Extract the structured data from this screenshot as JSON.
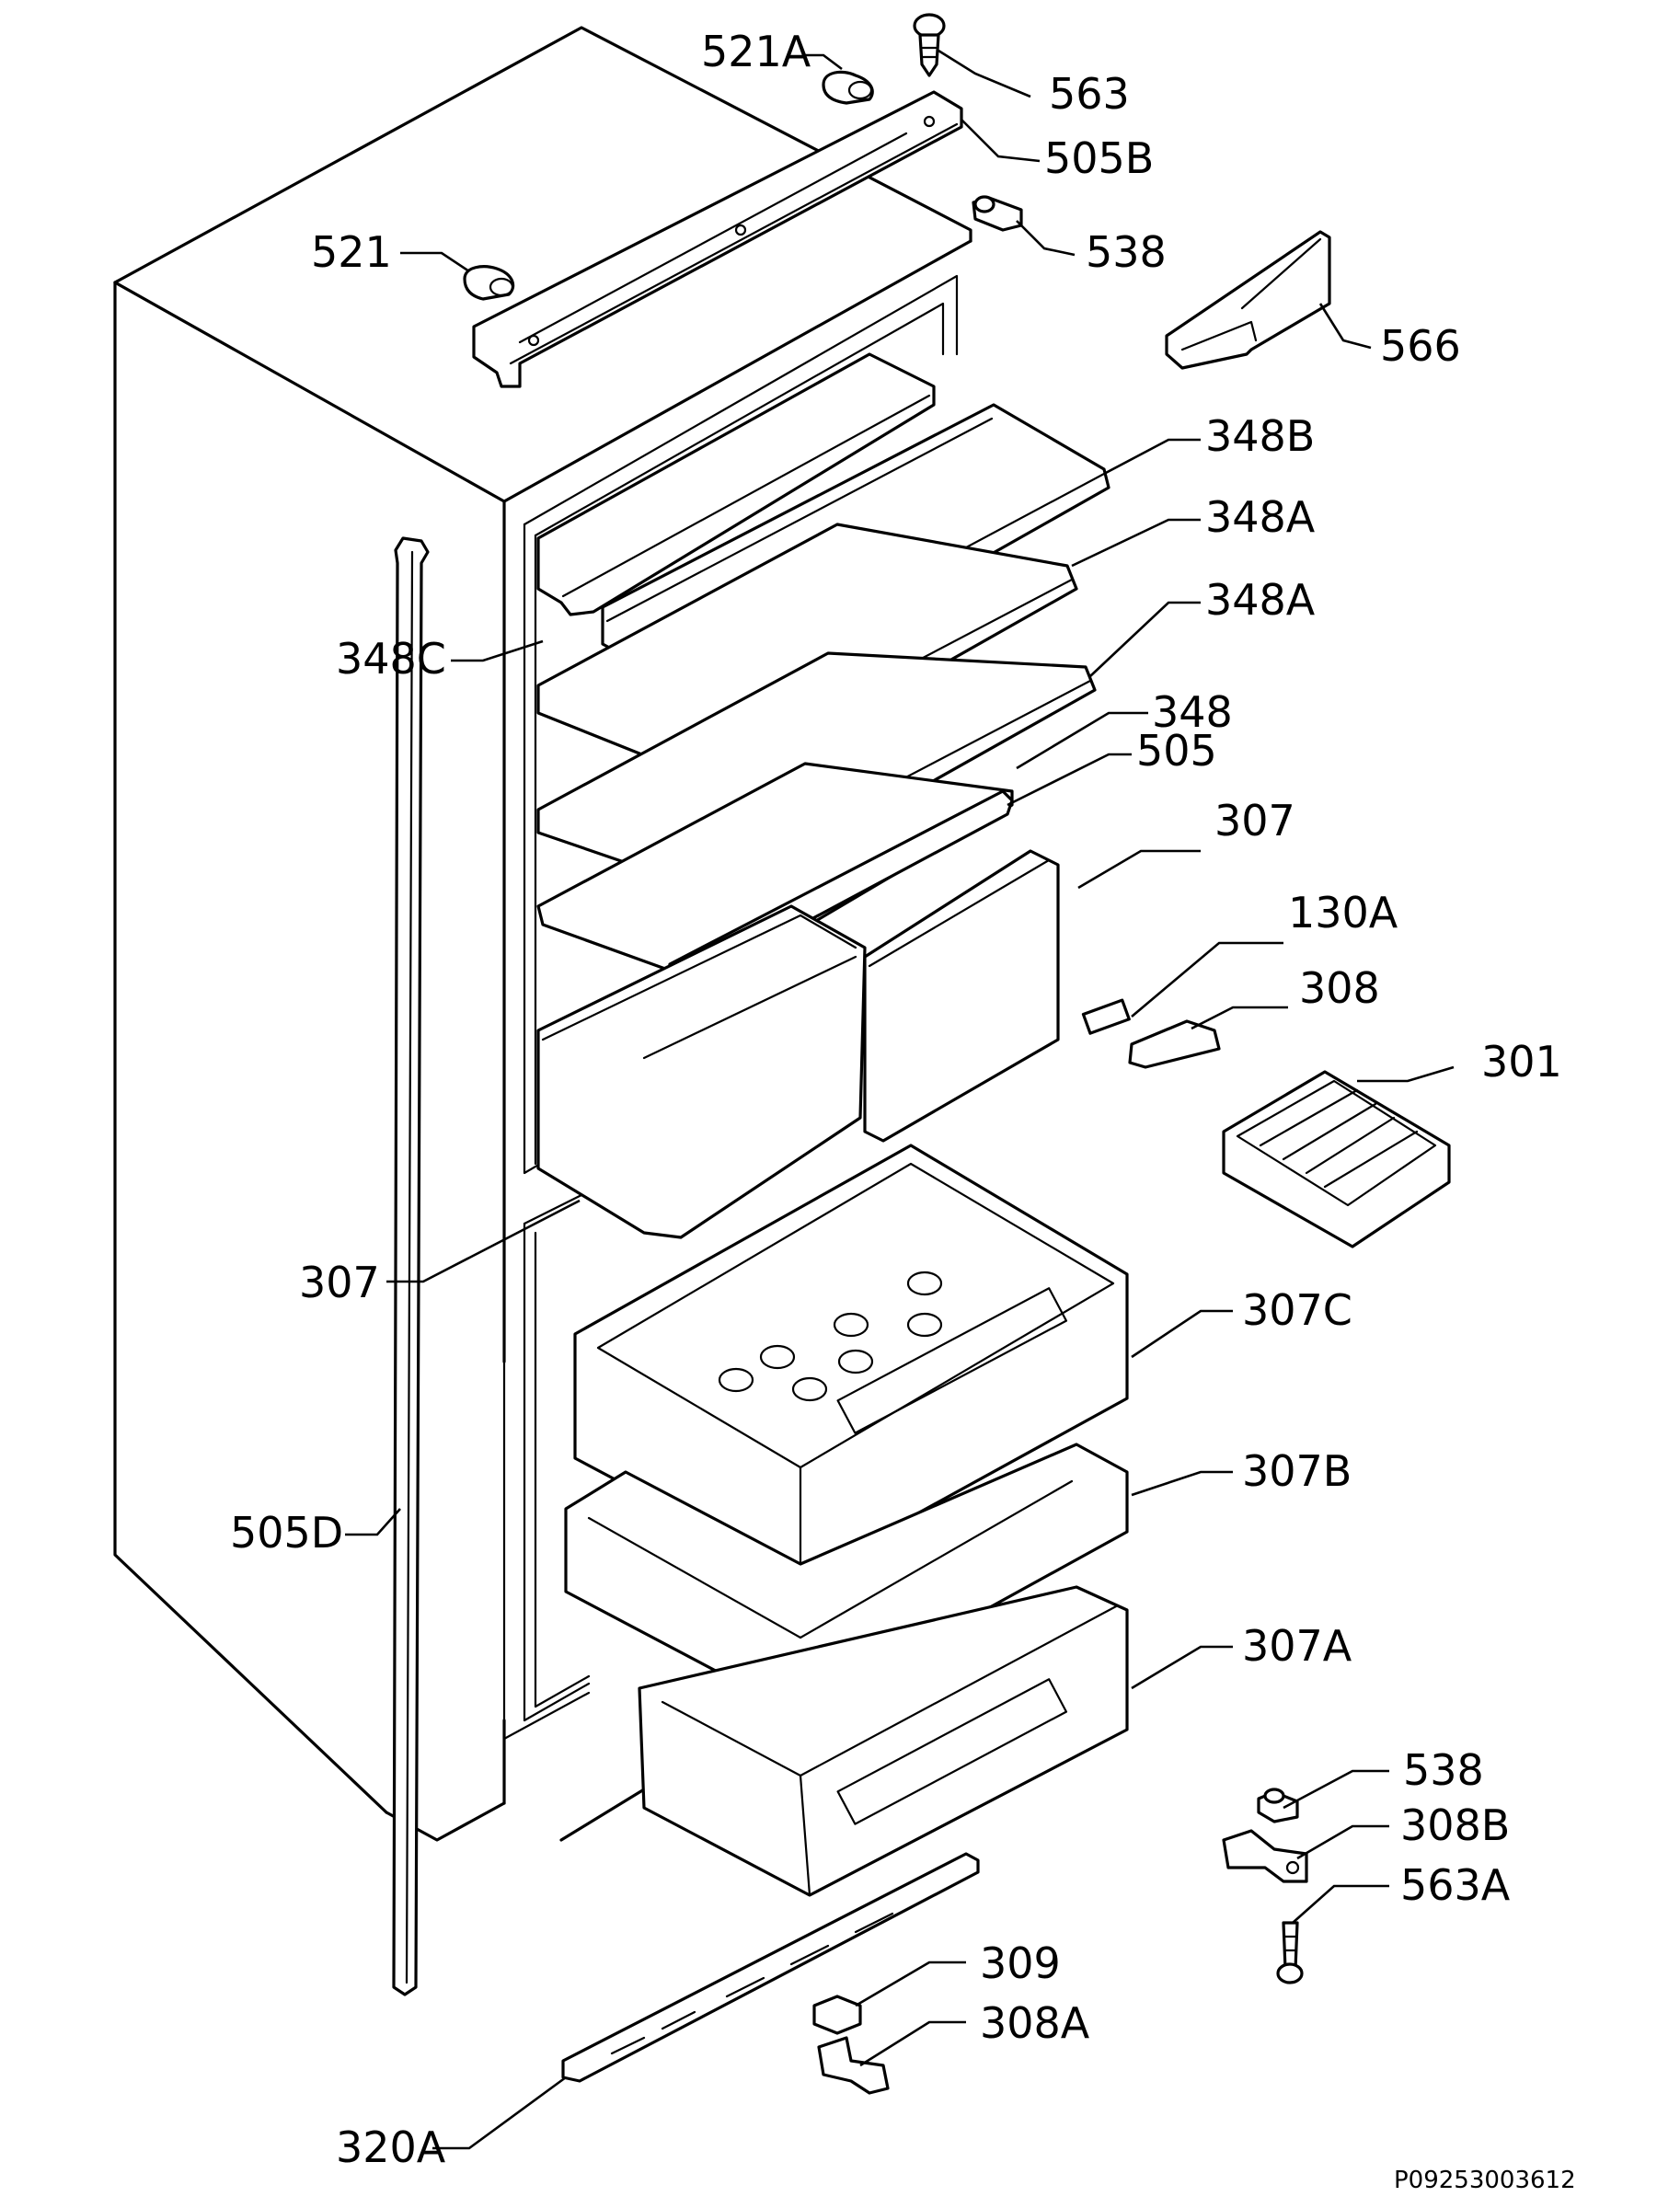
{
  "diagram": {
    "reference_code": "P09253003612",
    "parts": [
      {
        "id": "p521A",
        "label": "521A"
      },
      {
        "id": "p563",
        "label": "563"
      },
      {
        "id": "p505B",
        "label": "505B"
      },
      {
        "id": "p538top",
        "label": "538"
      },
      {
        "id": "p521",
        "label": "521"
      },
      {
        "id": "p566",
        "label": "566"
      },
      {
        "id": "p348B",
        "label": "348B"
      },
      {
        "id": "p348A1",
        "label": "348A"
      },
      {
        "id": "p348A2",
        "label": "348A"
      },
      {
        "id": "p348C",
        "label": "348C"
      },
      {
        "id": "p348",
        "label": "348"
      },
      {
        "id": "p505",
        "label": "505"
      },
      {
        "id": "p307r",
        "label": "307"
      },
      {
        "id": "p130A",
        "label": "130A"
      },
      {
        "id": "p308",
        "label": "308"
      },
      {
        "id": "p301",
        "label": "301"
      },
      {
        "id": "p307l",
        "label": "307"
      },
      {
        "id": "p307C",
        "label": "307C"
      },
      {
        "id": "p307B",
        "label": "307B"
      },
      {
        "id": "p505D",
        "label": "505D"
      },
      {
        "id": "p307A",
        "label": "307A"
      },
      {
        "id": "p538bot",
        "label": "538"
      },
      {
        "id": "p308B",
        "label": "308B"
      },
      {
        "id": "p563A",
        "label": "563A"
      },
      {
        "id": "p309",
        "label": "309"
      },
      {
        "id": "p308A",
        "label": "308A"
      },
      {
        "id": "p320A",
        "label": "320A"
      }
    ]
  }
}
